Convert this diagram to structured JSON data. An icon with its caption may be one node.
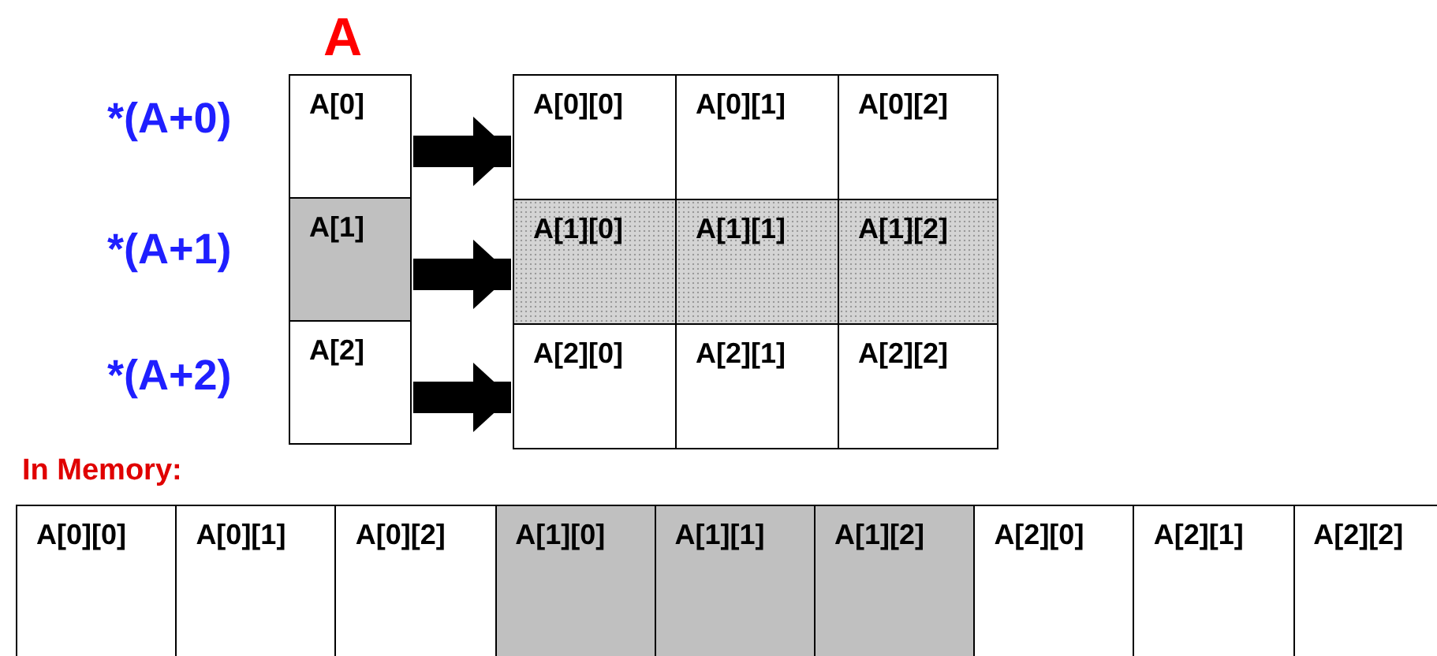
{
  "diagram": {
    "nodes": [
      {
        "text": [
          "A"
        ]
      },
      {
        "text": [
          "A[0]"
        ],
        "in": 0
      },
      {
        "text": [
          "A[1]"
        ],
        "in": 0
      },
      {
        "text": [
          "A[2]"
        ],
        "in": 0
      },
      {
        "text": [
          "A[0][0]"
        ]
      },
      {
        "text": [
          "A[0][1]"
        ]
      },
      {
        "text": [
          "A[0][2]"
        ]
      },
      {
        "text": [
          "A[1][0]"
        ]
      },
      {
        "text": [
          "A[1][1]"
        ]
      },
      {
        "text": [
          "A[1][2]"
        ]
      },
      {
        "text": [
          "A[2][0]"
        ]
      },
      {
        "text": [
          "A[2][1]"
        ]
      },
      {
        "text": [
          "A[2][2]"
        ]
      },
      {
        "text": [
          "A[0][0]"
        ]
      },
      {
        "text": [
          "A[0][1]"
        ]
      },
      {
        "text": [
          "A[0][2]"
        ]
      },
      {
        "text": [
          "A[1][0]"
        ]
      },
      {
        "text": [
          "A[1][1]"
        ]
      },
      {
        "text": [
          "A[1][2]"
        ]
      },
      {
        "text": [
          "A[2][0]"
        ]
      },
      {
        "text": [
          "A[2][1]"
        ]
      },
      {
        "text": [
          "A[2][2]"
        ]
      }
    ],
    "edges": [
      {
        "from": 1,
        "to": 4,
        "arrow": "to"
      },
      {
        "from": 2,
        "to": 7,
        "arrow": "to"
      },
      {
        "from": 3,
        "to": 10,
        "arrow": "to"
      }
    ],
    "labels": [
      "*(A+0)",
      "*(A+1)",
      "*(A+2)",
      "In Memory:"
    ]
  }
}
